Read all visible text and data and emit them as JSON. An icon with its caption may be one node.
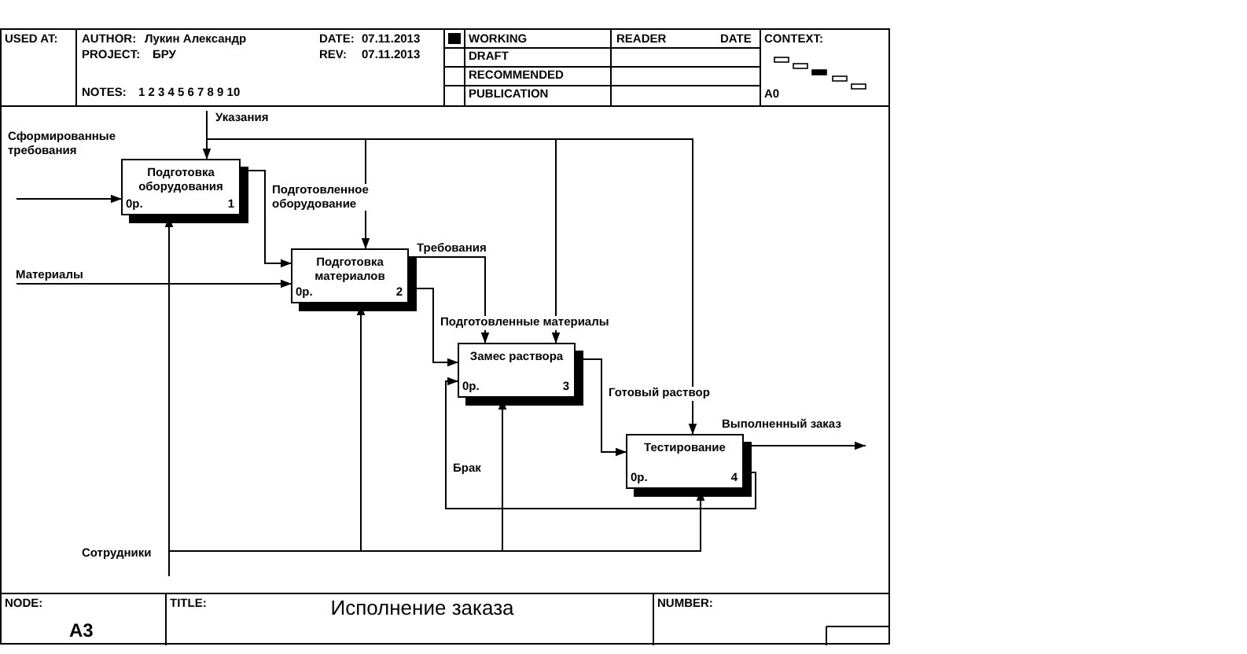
{
  "diagram": {
    "title": "Исполнение заказа",
    "nodes": [
      {
        "text": [
          "Подготовка оборудования",
          "0р.",
          "1"
        ]
      },
      {
        "text": [
          "Подготовка материалов",
          "0р.",
          "2"
        ]
      },
      {
        "text": [
          "Замес раствора",
          "0р.",
          "3"
        ]
      },
      {
        "text": [
          "Тестирование",
          "0р.",
          "4"
        ]
      }
    ],
    "edges": [
      {
        "from": null,
        "to": 0,
        "arrow": "to",
        "label": "Сформированные требования"
      },
      {
        "from": null,
        "to": 0,
        "arrow": "to",
        "label": "Указания"
      },
      {
        "from": null,
        "to": 1,
        "arrow": "to"
      },
      {
        "from": null,
        "to": 2,
        "arrow": "to"
      },
      {
        "from": null,
        "to": 3,
        "arrow": "to"
      },
      {
        "from": 0,
        "to": 1,
        "arrow": "to",
        "label": "Подготовленное оборудование"
      },
      {
        "from": null,
        "to": 1,
        "arrow": "to",
        "label": "Материалы"
      },
      {
        "from": 1,
        "to": 2,
        "arrow": "to",
        "label": "Требования"
      },
      {
        "from": 1,
        "to": 2,
        "arrow": "to",
        "label": "Подготовленные материалы"
      },
      {
        "from": 2,
        "to": 3,
        "arrow": "to",
        "label": "Готовый раствор"
      },
      {
        "from": 3,
        "to": null,
        "arrow": "to",
        "label": "Выполненный заказ"
      },
      {
        "from": 3,
        "to": 2,
        "arrow": "to",
        "label": "Брак"
      },
      {
        "from": null,
        "to": 0,
        "arrow": "to",
        "label": "Сотрудники"
      },
      {
        "from": null,
        "to": 1,
        "arrow": "to"
      },
      {
        "from": null,
        "to": 2,
        "arrow": "to"
      },
      {
        "from": null,
        "to": 3,
        "arrow": "to"
      }
    ],
    "labels": [
      "USED AT:",
      "AUTHOR:",
      "Лукин Александр",
      "DATE:",
      "07.11.2013",
      "PROJECT:",
      "БРУ",
      "REV:",
      "07.11.2013",
      "NOTES:",
      "1 2 3 4 5 6 7 8 9 10",
      "WORKING",
      "DRAFT",
      "RECOMMENDED",
      "PUBLICATION",
      "READER",
      "DATE",
      "CONTEXT:",
      "A0",
      "NODE:",
      "A3",
      "TITLE:",
      "NUMBER:"
    ]
  }
}
